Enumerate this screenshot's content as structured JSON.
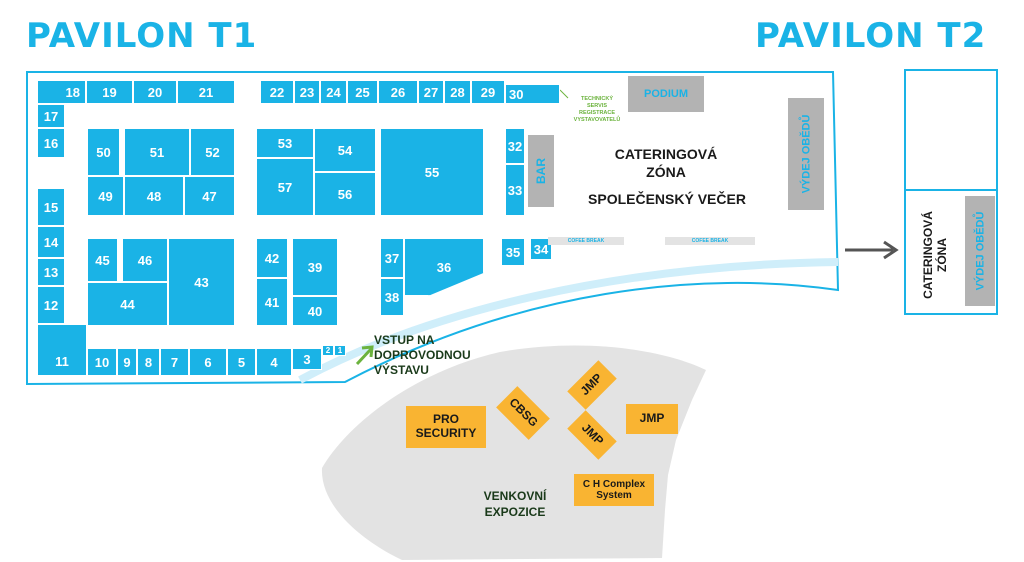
{
  "titles": {
    "t1": "PAVILON T1",
    "t2": "PAVILON T2"
  },
  "booths": {
    "b1": "1",
    "b2": "2",
    "b3": "3",
    "b4": "4",
    "b5": "5",
    "b6": "6",
    "b7": "7",
    "b8": "8",
    "b9": "9",
    "b10": "10",
    "b11": "11",
    "b12": "12",
    "b13": "13",
    "b14": "14",
    "b15": "15",
    "b16": "16",
    "b17": "17",
    "b18": "18",
    "b19": "19",
    "b20": "20",
    "b21": "21",
    "b22": "22",
    "b23": "23",
    "b24": "24",
    "b25": "25",
    "b26": "26",
    "b27": "27",
    "b28": "28",
    "b29": "29",
    "b30": "30",
    "b32": "32",
    "b33": "33",
    "b34": "34",
    "b35": "35",
    "b36": "36",
    "b37": "37",
    "b38": "38",
    "b39": "39",
    "b40": "40",
    "b41": "41",
    "b42": "42",
    "b43": "43",
    "b44": "44",
    "b45": "45",
    "b46": "46",
    "b47": "47",
    "b48": "48",
    "b49": "49",
    "b50": "50",
    "b51": "51",
    "b52": "52",
    "b53": "53",
    "b54": "54",
    "b55": "55",
    "b56": "56",
    "b57": "57"
  },
  "labels": {
    "tech_servis": [
      "TECHNICKÝ",
      "SERVIS",
      "REGISTRACE",
      "VYSTAVOVATELŮ"
    ],
    "podium": "PODIUM",
    "bar": "BAR",
    "catering_t1_line1": "CATERINGOVÁ",
    "catering_t1_line2": "ZÓNA",
    "spolecensky": "SPOLEČENSKÝ VEČER",
    "vydej_t1": "VÝDEJ OBĚDŮ",
    "cofee1": "COFEE BREAK",
    "cofee2": "COFEE BREAK",
    "vstup": [
      "VSTUP NA",
      "DOPROVODNOU",
      "VÝSTAVU"
    ],
    "catering_t2": [
      "CATERINGOVÁ",
      "ZÓNA"
    ],
    "vydej_t2": "VÝDEJ OBĚDŮ",
    "venkovni": [
      "VENKOVNÍ",
      "EXPOZICE"
    ]
  },
  "outdoor": {
    "pro_security": [
      "PRO",
      "SECURITY"
    ],
    "cbsg": "CBSG",
    "jmp1": "JMP",
    "jmp2": "JMP",
    "jmp3": "JMP",
    "ch_complex": [
      "C H Complex",
      "System"
    ]
  },
  "colors": {
    "blue": "#1ab3e6",
    "gold": "#f9b432",
    "grey": "#b3b3b3",
    "green": "#6cb33e",
    "arrow": "#555555"
  }
}
